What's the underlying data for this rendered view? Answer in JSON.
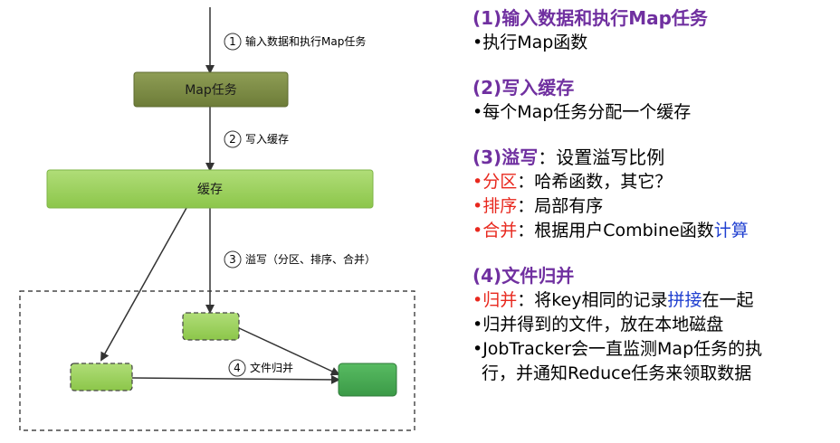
{
  "diagram": {
    "map_task_label": "Map任务",
    "buffer_label": "缓存",
    "step1": {
      "num": "1",
      "label": "输入数据和执行Map任务"
    },
    "step2": {
      "num": "2",
      "label": "写入缓存"
    },
    "step3": {
      "num": "3",
      "label": "溢写（分区、排序、合并）"
    },
    "step4": {
      "num": "4",
      "label": "文件归并"
    }
  },
  "notes": {
    "s1": {
      "heading": "(1)输入数据和执行Map任务",
      "bullet1": "•执行Map函数"
    },
    "s2": {
      "heading": "(2)写入缓存",
      "bullet1": "•每个Map任务分配一个缓存"
    },
    "s3": {
      "heading": "(3)溢写",
      "heading_rest": "：设置溢写比例",
      "b1_key": "•分区",
      "b1_text": "：哈希函数，其它？",
      "b2_key": "•排序",
      "b2_text": "：局部有序",
      "b3_key": "•合并",
      "b3_text": "：根据用户Combine函数",
      "b3_blue": "计算"
    },
    "s4": {
      "heading": "(4)文件归并",
      "b1_key": "•归并",
      "b1_text1": "：将key相同的记录",
      "b1_blue": "拼接",
      "b1_text2": "在一起",
      "b2": "•归并得到的文件，放在本地磁盘",
      "b3_line1": "•JobTracker会一直监测Map任务的执",
      "b3_line2": "行，并通知Reduce任务来领取数据"
    }
  },
  "colors": {
    "map_task_fill": "#7d8c45",
    "buffer_fill": "#9ed45c",
    "spill_fill": "#9ed45c",
    "merged_fill": "#49ad55",
    "heading": "#7030a0",
    "emph_red": "#e8281e",
    "emph_blue": "#1f3fd0"
  }
}
